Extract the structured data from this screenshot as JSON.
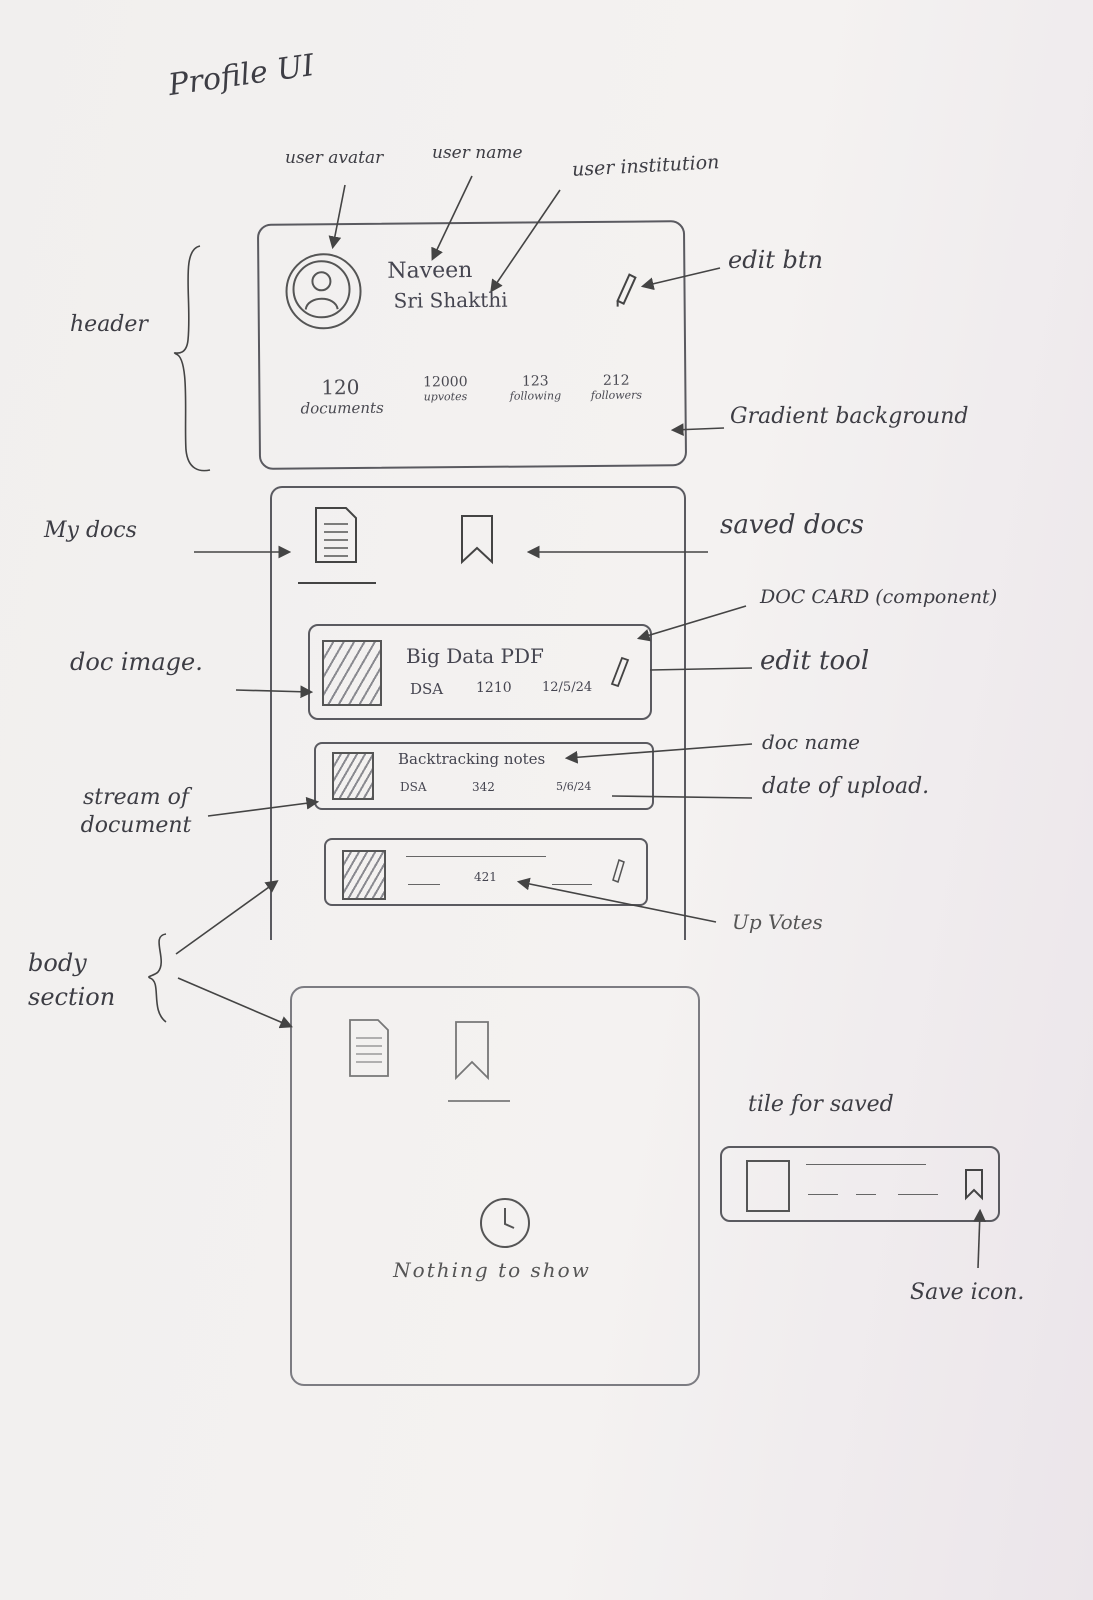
{
  "title": "Profile UI",
  "annotations": {
    "user_avatar": "user avatar",
    "user_name": "user name",
    "user_institution": "user institution",
    "edit_btn": "edit btn",
    "gradient_background": "Gradient background",
    "header": "header",
    "my_docs": "My docs",
    "saved_docs": "saved docs",
    "doc_card": "DOC CARD (component)",
    "edit_tool": "edit tool",
    "doc_image": "doc image.",
    "doc_name": "doc name",
    "date_of_upload": "date of upload.",
    "stream_of_document": "stream of document",
    "up_votes": "Up Votes",
    "body_section": "body section",
    "tile_for_saved": "tile for saved",
    "save_icon": "Save icon."
  },
  "profile": {
    "name": "Naveen",
    "institution": "Sri Shakthi",
    "stats": [
      {
        "value": "120",
        "label": "documents"
      },
      {
        "value": "12000",
        "label": "upvotes"
      },
      {
        "value": "123",
        "label": "following"
      },
      {
        "value": "212",
        "label": "followers"
      }
    ]
  },
  "docs": [
    {
      "name": "Big Data PDF",
      "stream": "DSA",
      "votes": "1210",
      "date": "12/5/24"
    },
    {
      "name": "Backtracking notes",
      "stream": "DSA",
      "votes": "342",
      "date": "5/6/24"
    },
    {
      "name": "",
      "stream": "",
      "votes": "421",
      "date": ""
    }
  ],
  "empty_state": "Nothing to show"
}
